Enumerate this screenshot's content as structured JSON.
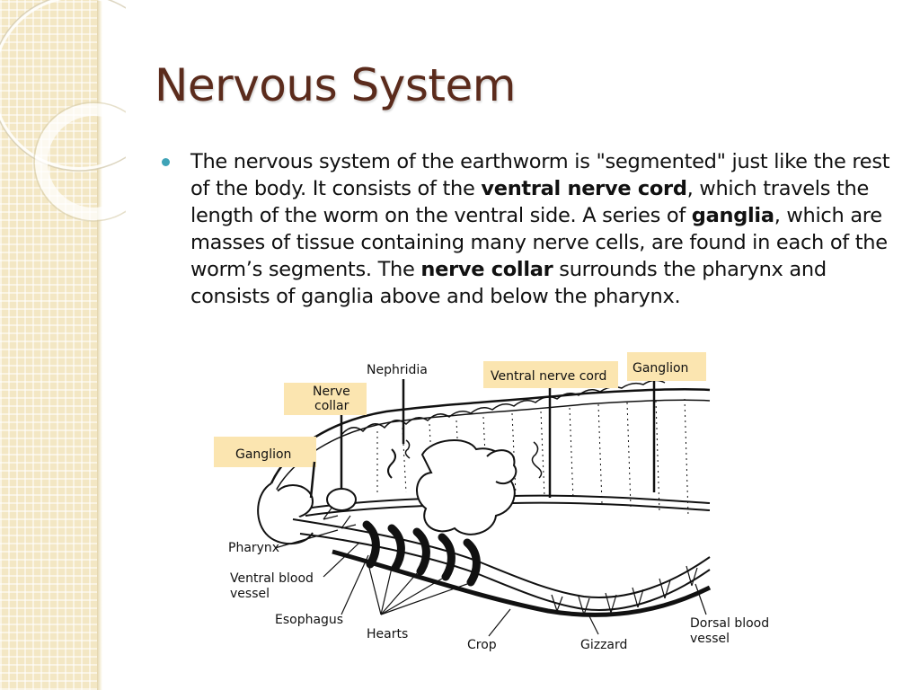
{
  "slide": {
    "title": "Nervous System",
    "paragraph": [
      {
        "text": "The nervous system of the earthworm is \"segmented\" just like the rest of the body. It consists of the ",
        "bold": false
      },
      {
        "text": "ventral nerve cord",
        "bold": true
      },
      {
        "text": ", which travels the length of the worm on the ventral side.  A series of ",
        "bold": false
      },
      {
        "text": "ganglia",
        "bold": true
      },
      {
        "text": ", which are masses of tissue containing many nerve cells, are found in each of the worm’s segments. The ",
        "bold": false
      },
      {
        "text": "nerve collar",
        "bold": true
      },
      {
        "text": " surrounds the pharynx and consists of ganglia above and below the pharynx.",
        "bold": false
      }
    ]
  },
  "diagram": {
    "labels": {
      "nephridia": "Nephridia",
      "ventral_nerve_cord": "Ventral nerve cord",
      "ganglion_top": "Ganglion",
      "nerve_collar_1": "Nerve",
      "nerve_collar_2": "collar",
      "ganglion_left": "Ganglion",
      "pharynx": "Pharynx",
      "ventral_blood_1": "Ventral blood",
      "ventral_blood_2": "vessel",
      "esophagus": "Esophagus",
      "hearts": "Hearts",
      "crop": "Crop",
      "gizzard": "Gizzard",
      "dorsal_blood_1": "Dorsal blood",
      "dorsal_blood_2": "vessel"
    }
  },
  "colors": {
    "title": "#5b2b1c",
    "bullet": "#3fa3b7",
    "label_box": "#fbe5b0",
    "sidebar": "#f3e7c4"
  }
}
